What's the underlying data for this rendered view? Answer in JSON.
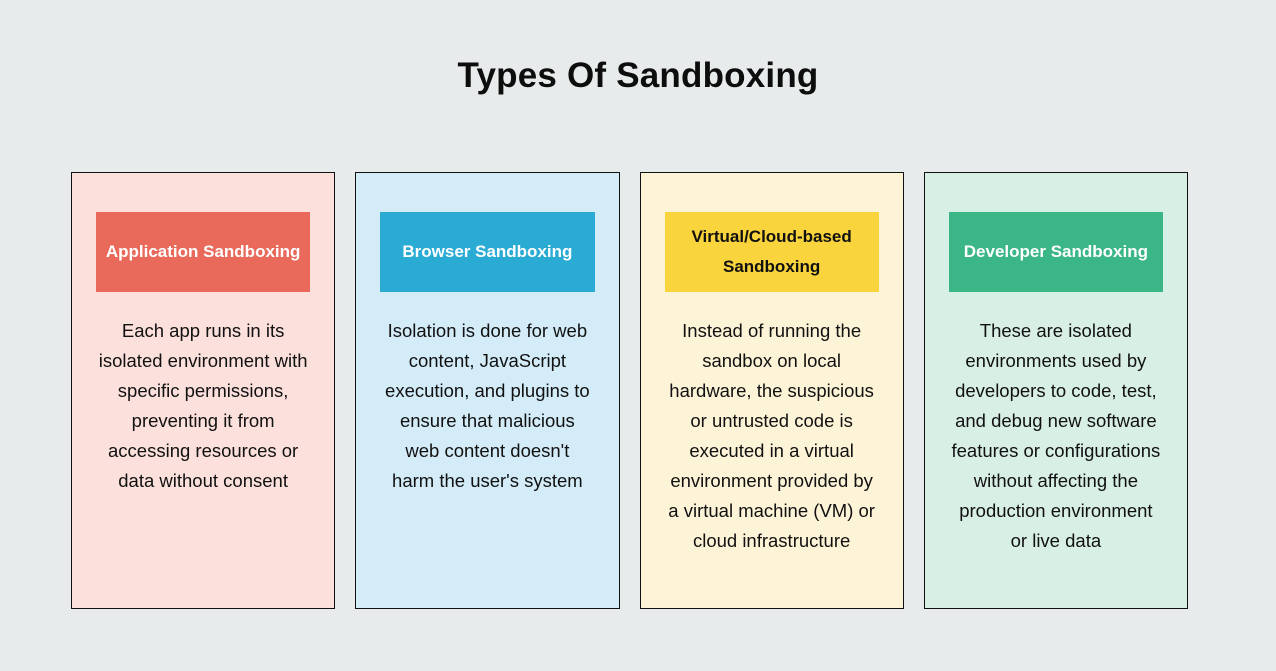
{
  "page": {
    "title": "Types Of Sandboxing",
    "background_color": "#e8ebec"
  },
  "cards": [
    {
      "id": "application-sandboxing",
      "header": "Application Sandboxing",
      "body": "Each app runs in its isolated environment with specific permissions, preventing it from accessing resources or data without consent",
      "card_background": "#fce0dc",
      "header_background": "#e9695a",
      "header_text_color": "#ffffff"
    },
    {
      "id": "browser-sandboxing",
      "header": "Browser Sandboxing",
      "body": "Isolation is done for web content, JavaScript execution, and plugins to ensure that malicious web content doesn't harm the user's system",
      "card_background": "#d3ecf8",
      "header_background": "#29abd4",
      "header_text_color": "#ffffff"
    },
    {
      "id": "virtual-cloud-based-sandboxing",
      "header": "Virtual/Cloud-based Sandboxing",
      "body": "Instead of running the sandbox on local hardware, the suspicious or untrusted code is executed in a virtual environment provided by a virtual machine (VM) or cloud infrastructure",
      "card_background": "#fdf3d7",
      "header_background": "#fad43c",
      "header_text_color": "#111111"
    },
    {
      "id": "developer-sandboxing",
      "header": "Developer Sandboxing",
      "body": "These are isolated environments used by developers to code, test, and debug new software features or configurations without affecting the production environment or live data",
      "card_background": "#d8efe5",
      "header_background": "#3bb686",
      "header_text_color": "#ffffff"
    }
  ]
}
